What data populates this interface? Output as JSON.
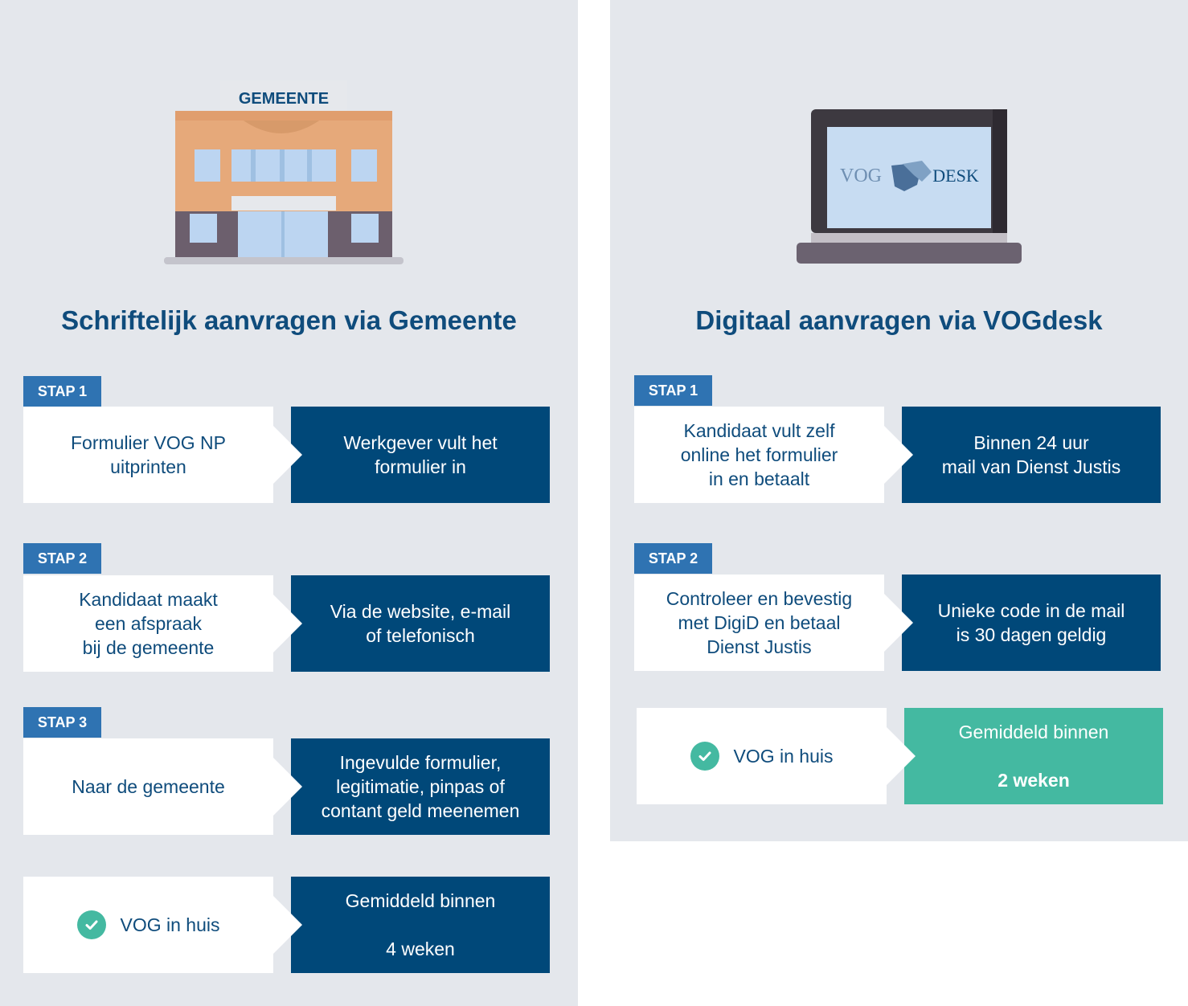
{
  "left": {
    "building_sign": "GEMEENTE",
    "title": "Schriftelijk aanvragen via Gemeente",
    "steps": [
      {
        "badge": "STAP 1",
        "white": "Formulier VOG NP\nuitprinten",
        "blue": "Werkgever vult het\nformulier in"
      },
      {
        "badge": "STAP 2",
        "white": "Kandidaat maakt\neen afspraak\nbij de gemeente",
        "blue": "Via de website, e-mail\nof telefonisch"
      },
      {
        "badge": "STAP 3",
        "white": "Naar de gemeente",
        "blue": "Ingevulde formulier,\nlegitimatie, pinpas of\ncontant geld meenemen"
      }
    ],
    "result": {
      "label": "VOG in huis",
      "duration_line1": "Gemiddeld binnen",
      "duration_line2": "4 weken"
    }
  },
  "right": {
    "logo_left": "VOG",
    "logo_right": "DESK",
    "title": "Digitaal aanvragen via VOGdesk",
    "steps": [
      {
        "badge": "STAP 1",
        "white": "Kandidaat vult zelf\nonline het formulier\nin en betaalt",
        "blue": "Binnen 24 uur\nmail van Dienst Justis"
      },
      {
        "badge": "STAP 2",
        "white": "Controleer en bevestig\nmet DigiD en betaal\nDienst Justis",
        "blue": "Unieke code in de mail\nis 30 dagen geldig"
      }
    ],
    "result": {
      "label": "VOG in huis",
      "duration_line1": "Gemiddeld binnen",
      "duration_line2": "2 weken"
    }
  },
  "colors": {
    "panel": "#e4e7ec",
    "title": "#0f4c7c",
    "dark_blue": "#004879",
    "badge_blue": "#2f73b2",
    "teal": "#44b9a1"
  }
}
